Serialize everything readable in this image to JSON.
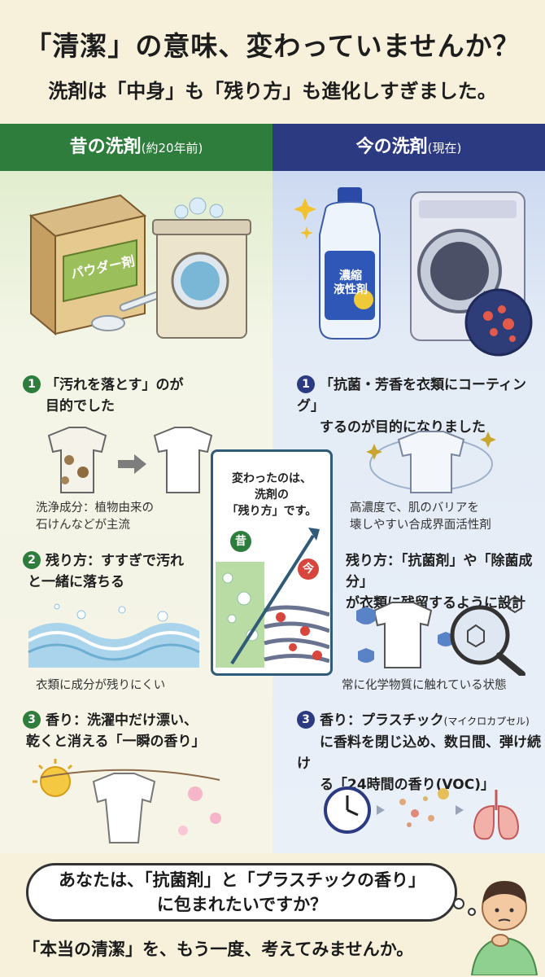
{
  "header": {
    "title": "「清潔」の意味、変わっていませんか？",
    "subtitle": "洗剤は「中身」も「残り方」も進化しすぎました。"
  },
  "left": {
    "heading": "昔の洗剤",
    "heading_note": "(約20年前)",
    "box_label": "パウダー剤",
    "point1": {
      "num": "1",
      "line1": "「汚れを落とす」のが",
      "line2": "目的でした"
    },
    "ingredient": {
      "line1": "洗浄成分：植物由来の",
      "line2": "石けんなどが主流"
    },
    "point2": {
      "num": "2",
      "line1": "残り方：すすぎで汚れ",
      "line2": "と一緒に落ちる"
    },
    "residue_note": "衣類に成分が残りにくい",
    "point3": {
      "num": "3",
      "line1": "香り：洗濯中だけ漂い、",
      "line2": "乾くと消える「一瞬の香り」"
    }
  },
  "right": {
    "heading": "今の洗剤",
    "heading_note": "(現在)",
    "bottle_label_1": "濃縮",
    "bottle_label_2": "液性剤",
    "point1": {
      "num": "1",
      "line1": "「抗菌・芳香を衣類にコーティング」",
      "line2": "するのが目的になりました"
    },
    "ingredient": {
      "line1": "高濃度で、肌のバリアを",
      "line2": "壊しやすい合成界面活性剤"
    },
    "point2": {
      "line1": "残り方：「抗菌剤」や「除菌成分」",
      "line2": "が衣類に残留するように設計"
    },
    "residue_note": "常に化学物質に触れている状態",
    "point3": {
      "num": "3",
      "line1_main": "香り：プラスチック",
      "line1_note": "(マイクロカプセル)",
      "line2": "に香料を閉じ込め、数日間、弾け続け",
      "line3": "る「24時間の香り(VOC)」"
    }
  },
  "middle": {
    "line1": "変わったのは、",
    "line2": "洗剤の",
    "line3": "「残り方」です。",
    "old_badge": "昔",
    "new_badge": "今"
  },
  "bottom": {
    "question_line1": "あなたは、「抗菌剤」と「プラスチックの香り」",
    "question_line2": "に包まれたいですか？",
    "closing": "「本当の清潔」を、もう一度、考えてみませんか。"
  },
  "colors": {
    "old_green": "#2e7d3c",
    "new_navy": "#2c3a82",
    "accent_red": "#d8453c",
    "cream": "#f7f1dc"
  }
}
